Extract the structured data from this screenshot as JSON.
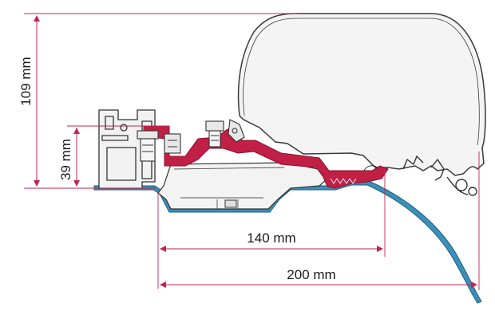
{
  "dimensions": {
    "overall_height": "109 mm",
    "rail_height": "39 mm",
    "inner_width": "140 mm",
    "outer_width": "200 mm"
  },
  "colors": {
    "dimension_line": "#c0264f",
    "bracket_fill": "#c11f45",
    "bracket_dark": "#8e1130",
    "roof_rail": "#3b8fb8",
    "roof_rail_dark": "#1f5f80",
    "outline": "#333333",
    "part_fill": "#f3f3f3"
  }
}
